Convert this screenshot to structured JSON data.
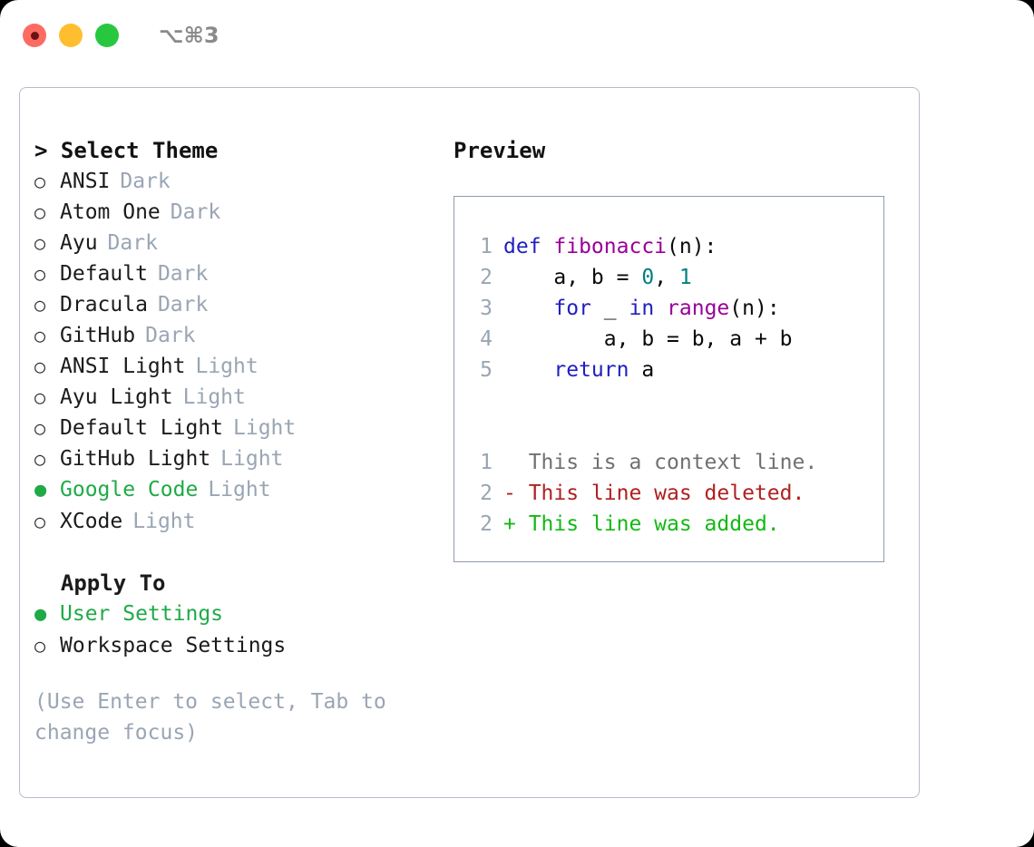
{
  "window": {
    "shortcut": "⌥⌘3",
    "traffic_lights": [
      {
        "name": "close",
        "color": "#fd6b63"
      },
      {
        "name": "minimize",
        "color": "#ffbe2f"
      },
      {
        "name": "maximize",
        "color": "#27c83f"
      }
    ]
  },
  "theme_section": {
    "heading": "> Select Theme",
    "marker_selected": "●",
    "marker_unselected": "○",
    "options": [
      {
        "label": "ANSI",
        "tag": "Dark",
        "selected": false
      },
      {
        "label": "Atom One",
        "tag": "Dark",
        "selected": false
      },
      {
        "label": "Ayu",
        "tag": "Dark",
        "selected": false
      },
      {
        "label": "Default",
        "tag": "Dark",
        "selected": false
      },
      {
        "label": "Dracula",
        "tag": "Dark",
        "selected": false
      },
      {
        "label": "GitHub",
        "tag": "Dark",
        "selected": false
      },
      {
        "label": "ANSI Light",
        "tag": "Light",
        "selected": false
      },
      {
        "label": "Ayu Light",
        "tag": "Light",
        "selected": false
      },
      {
        "label": "Default Light",
        "tag": "Light",
        "selected": false
      },
      {
        "label": "GitHub Light",
        "tag": "Light",
        "selected": false
      },
      {
        "label": "Google Code",
        "tag": "Light",
        "selected": true
      },
      {
        "label": "XCode",
        "tag": "Light",
        "selected": false
      }
    ]
  },
  "apply_section": {
    "heading": "  Apply To",
    "options": [
      {
        "label": "User Settings",
        "selected": true
      },
      {
        "label": "Workspace Settings",
        "selected": false
      }
    ]
  },
  "hint": "(Use Enter to select, Tab to change focus)",
  "preview": {
    "title": "Preview",
    "code_lines": [
      {
        "number": "1",
        "tokens": [
          {
            "text": "def ",
            "kind": "kw"
          },
          {
            "text": "fibonacci",
            "kind": "fn"
          },
          {
            "text": "(n):",
            "kind": "pl"
          }
        ]
      },
      {
        "number": "2",
        "tokens": [
          {
            "text": "    a, b = ",
            "kind": "pl"
          },
          {
            "text": "0",
            "kind": "num"
          },
          {
            "text": ", ",
            "kind": "pl"
          },
          {
            "text": "1",
            "kind": "num"
          }
        ]
      },
      {
        "number": "3",
        "tokens": [
          {
            "text": "    ",
            "kind": "pl"
          },
          {
            "text": "for",
            "kind": "kw"
          },
          {
            "text": " _ ",
            "kind": "pl"
          },
          {
            "text": "in",
            "kind": "kw"
          },
          {
            "text": " ",
            "kind": "pl"
          },
          {
            "text": "range",
            "kind": "fn"
          },
          {
            "text": "(n):",
            "kind": "pl"
          }
        ]
      },
      {
        "number": "4",
        "tokens": [
          {
            "text": "        a, b = b, a + b",
            "kind": "pl"
          }
        ]
      },
      {
        "number": "5",
        "tokens": [
          {
            "text": "    ",
            "kind": "pl"
          },
          {
            "text": "return",
            "kind": "kw"
          },
          {
            "text": " a",
            "kind": "pl"
          }
        ]
      }
    ],
    "diff_lines": [
      {
        "number": "1",
        "text": "  This is a context line.",
        "kind": "ctx"
      },
      {
        "number": "2",
        "text": "- This line was deleted.",
        "kind": "del"
      },
      {
        "number": "2",
        "text": "+ This line was added.",
        "kind": "add"
      }
    ]
  },
  "colors": {
    "accent_green": "#1faa47",
    "muted": "#9aa5b4",
    "keyword": "#2020c0",
    "function": "#990099",
    "number": "#008080",
    "diff_delete": "#b02020",
    "diff_add": "#14b814"
  }
}
